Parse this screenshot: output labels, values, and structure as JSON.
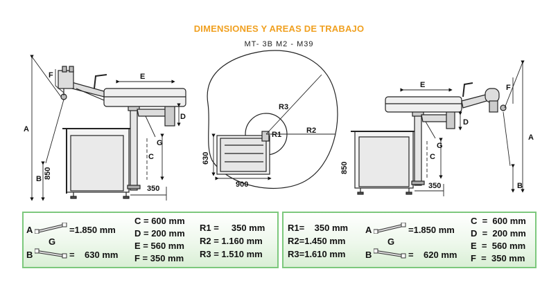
{
  "header": {
    "title": "DIMENSIONES Y AREAS DE TRABAJO",
    "subtitle": "MT- 3B  M2 - M39"
  },
  "drawing": {
    "left_labels": {
      "A": "A",
      "B": "B",
      "C": "C",
      "D": "D",
      "E": "E",
      "F": "F",
      "G": "G",
      "h850": "850",
      "w350": "350"
    },
    "center_labels": {
      "R1": "R1",
      "R2": "R2",
      "R3": "R3",
      "d630": "630",
      "d900": "900"
    },
    "right_labels": {
      "A": "A",
      "B": "B",
      "C": "C",
      "D": "D",
      "E": "E",
      "F": "F",
      "G": "G",
      "h850": "850",
      "w350": "350"
    }
  },
  "panel_left": {
    "a_letter": "A",
    "a_value": "=1.850 mm",
    "g_letter": "G",
    "b_letter": "B",
    "b_value": "=    630 mm",
    "c": "C = 600 mm",
    "d": "D = 200 mm",
    "e": "E = 560 mm",
    "f": "F = 350 mm",
    "r1": "R1 =     350 mm",
    "r2": "R2 = 1.160 mm",
    "r3": "R3 = 1.510 mm"
  },
  "panel_right": {
    "r1": "R1=    350 mm",
    "r2": "R2=1.450 mm",
    "r3": "R3=1.610 mm",
    "a_letter": "A",
    "a_value": "=1.850 mm",
    "g_letter": "G",
    "b_letter": "B",
    "b_value": "=    620 mm",
    "c": "C  =  600 mm",
    "d": "D  =  200 mm",
    "e": "E  =  560 mm",
    "f": "F  =  350 mm"
  }
}
